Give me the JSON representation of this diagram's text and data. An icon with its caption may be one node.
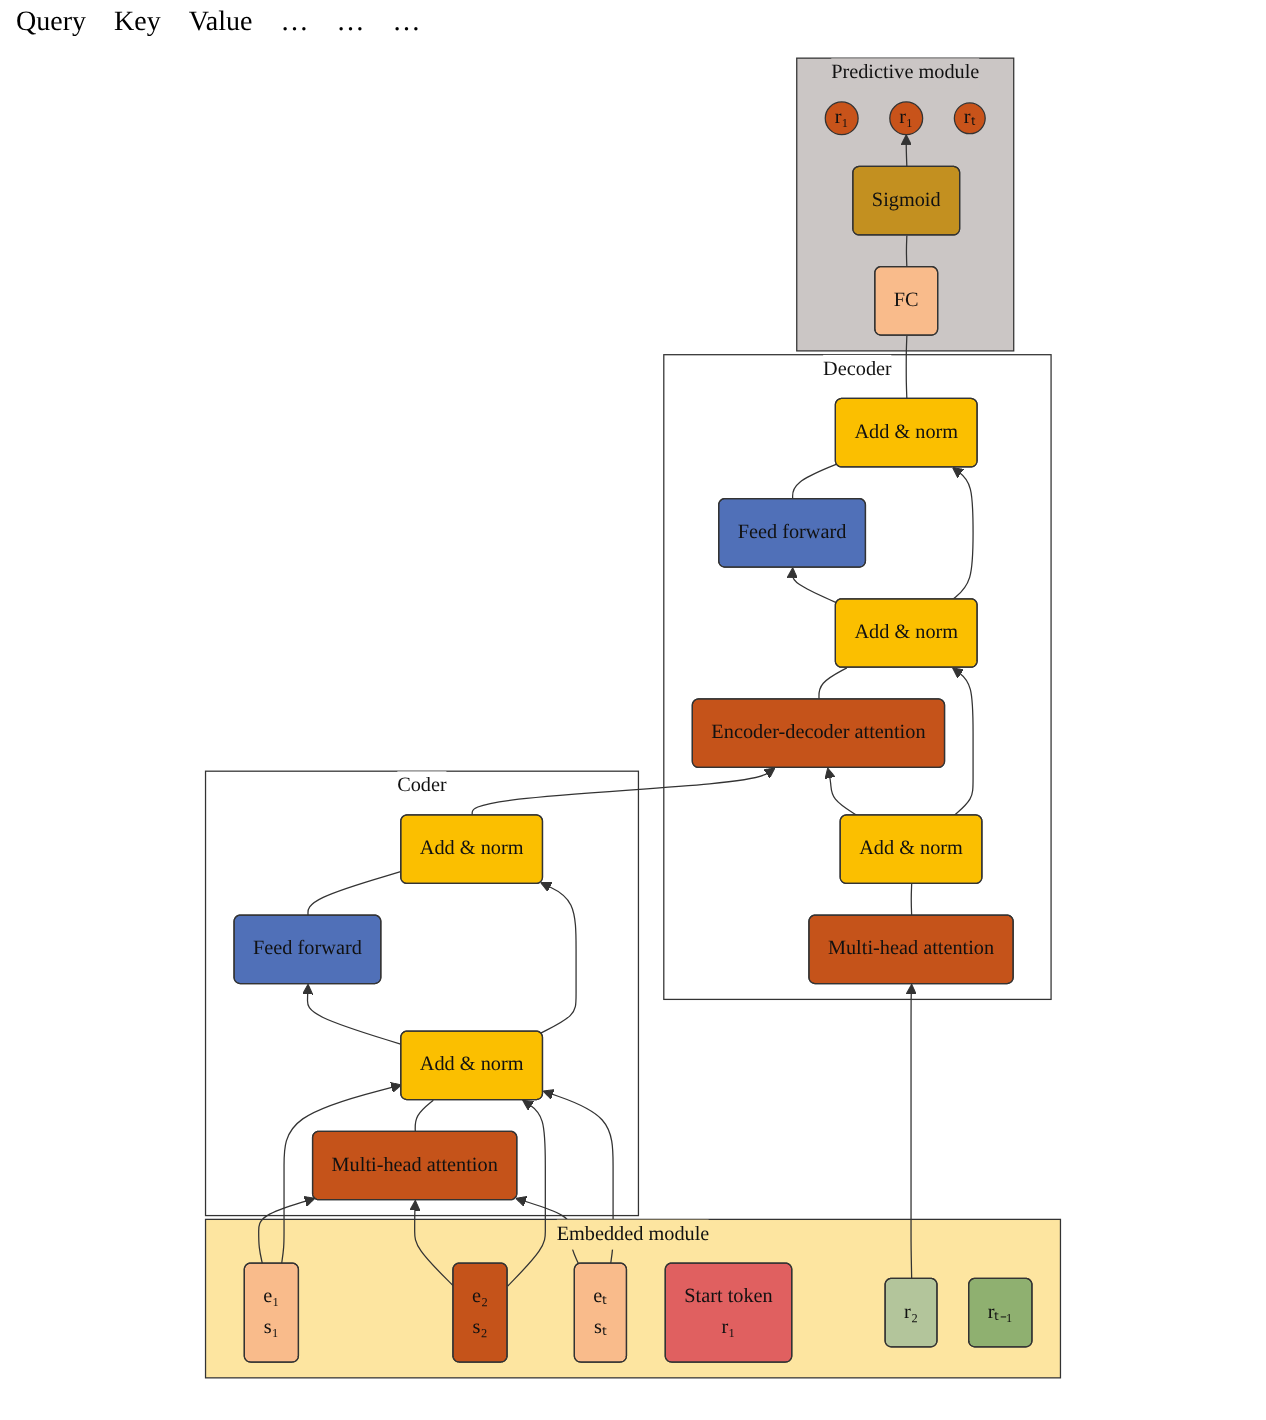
{
  "diagram": {
    "nodes": [
      {
        "text": [
          "Predictive module"
        ]
      },
      {
        "text": [
          "r₁"
        ],
        "in": 0
      },
      {
        "text": [
          "r₁"
        ],
        "in": 0
      },
      {
        "text": [
          "rₜ"
        ],
        "in": 0
      },
      {
        "text": [
          "Sigmoid"
        ],
        "in": 0
      },
      {
        "text": [
          "FC"
        ],
        "in": 0
      },
      {
        "text": [
          "Coder"
        ]
      },
      {
        "text": [
          "Add & norm"
        ],
        "in": 6
      },
      {
        "text": [
          "Feed forward"
        ],
        "in": 6
      },
      {
        "text": [
          "Add & norm"
        ],
        "in": 6
      },
      {
        "text": [
          "Multi-head attention"
        ],
        "in": 6
      },
      {
        "text": [
          "Decoder"
        ]
      },
      {
        "text": [
          "Add & norm"
        ],
        "in": 11
      },
      {
        "text": [
          "Feed forward"
        ],
        "in": 11
      },
      {
        "text": [
          "Add & norm"
        ],
        "in": 11
      },
      {
        "text": [
          "Encoder-decoder attention"
        ],
        "in": 11
      },
      {
        "text": [
          "Add & norm"
        ],
        "in": 11
      },
      {
        "text": [
          "Multi-head attention"
        ],
        "in": 11
      },
      {
        "text": [
          "Embedded module"
        ]
      },
      {
        "text": [
          "e₁",
          "s₁"
        ],
        "in": 18
      },
      {
        "text": [
          "e₂",
          "s₂"
        ],
        "in": 18
      },
      {
        "text": [
          "eₜ",
          "sₜ"
        ],
        "in": 18
      },
      {
        "text": [
          "Start token",
          "r₁"
        ],
        "in": 18
      },
      {
        "text": [
          "r₂"
        ],
        "in": 18
      },
      {
        "text": [
          "rₜ₋₁"
        ],
        "in": 18
      }
    ],
    "edges": [
      {
        "from": 19,
        "to": 10,
        "arrow": "to"
      },
      {
        "from": 20,
        "to": 10,
        "arrow": "to"
      },
      {
        "from": 21,
        "to": 10,
        "arrow": "to"
      },
      {
        "from": 19,
        "to": 9,
        "arrow": "to"
      },
      {
        "from": 20,
        "to": 9,
        "arrow": "to"
      },
      {
        "from": 21,
        "to": 9,
        "arrow": "to"
      },
      {
        "from": 10,
        "to": 9,
        "arrow": "none"
      },
      {
        "from": 9,
        "to": 8,
        "arrow": "to"
      },
      {
        "from": 9,
        "to": 7,
        "arrow": "to"
      },
      {
        "from": 8,
        "to": 7,
        "arrow": "none"
      },
      {
        "from": 7,
        "to": 15,
        "arrow": "to"
      },
      {
        "from": 23,
        "to": 17,
        "arrow": "to"
      },
      {
        "from": 17,
        "to": 16,
        "arrow": "none"
      },
      {
        "from": 16,
        "to": 15,
        "arrow": "to"
      },
      {
        "from": 16,
        "to": 14,
        "arrow": "to"
      },
      {
        "from": 15,
        "to": 14,
        "arrow": "none"
      },
      {
        "from": 14,
        "to": 13,
        "arrow": "to"
      },
      {
        "from": 14,
        "to": 12,
        "arrow": "to"
      },
      {
        "from": 13,
        "to": 12,
        "arrow": "none"
      },
      {
        "from": 12,
        "to": 5,
        "arrow": "none"
      },
      {
        "from": 5,
        "to": 4,
        "arrow": "none"
      },
      {
        "from": 4,
        "to": 2,
        "arrow": "to"
      }
    ],
    "labels": [
      "Query",
      "Key",
      "Value",
      "…",
      "…",
      "…"
    ]
  }
}
